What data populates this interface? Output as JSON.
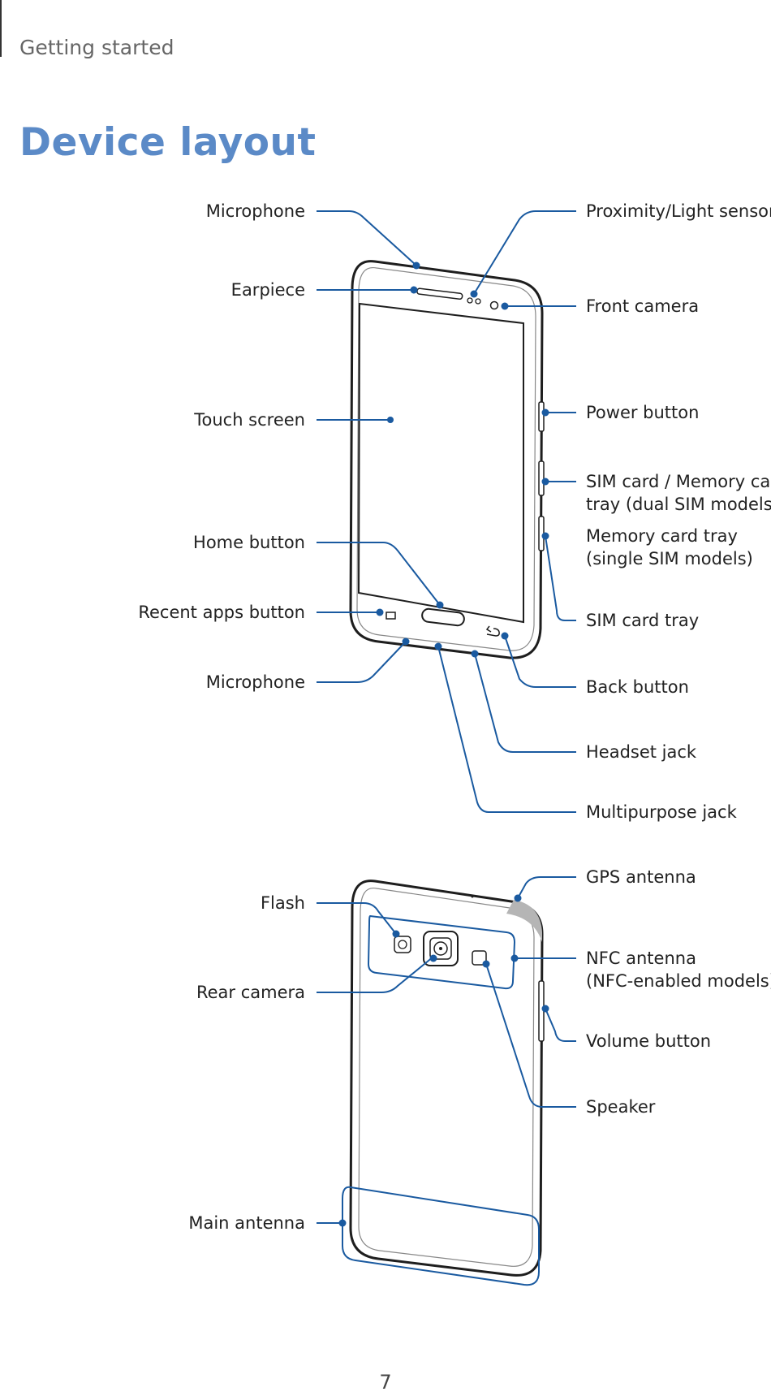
{
  "header": {
    "breadcrumb": "Getting started"
  },
  "title": "Device layout",
  "colors": {
    "accent": "#5b8ac7",
    "callout": "#1a5aa0",
    "outline": "#1e1e1e"
  },
  "front": {
    "labels_left": {
      "microphone_top": "Microphone",
      "earpiece": "Earpiece",
      "touch_screen": "Touch screen",
      "home_button": "Home button",
      "recent_apps_button": "Recent apps button",
      "microphone_bottom": "Microphone"
    },
    "labels_right": {
      "proximity_sensor": "Proximity/Light sensor",
      "front_camera": "Front camera",
      "power_button": "Power button",
      "sim_memory_tray_1": "SIM card / Memory card",
      "sim_memory_tray_2": "tray (dual SIM models)",
      "memory_tray_1": "Memory card tray",
      "memory_tray_2": "(single SIM models)",
      "sim_tray": "SIM card tray",
      "back_button": "Back button",
      "headset_jack": "Headset jack",
      "multipurpose_jack": "Multipurpose jack"
    }
  },
  "back": {
    "labels_left": {
      "flash": "Flash",
      "rear_camera": "Rear camera",
      "main_antenna": "Main antenna"
    },
    "labels_right": {
      "gps_antenna": "GPS antenna",
      "nfc_antenna_1": "NFC antenna",
      "nfc_antenna_2": "(NFC-enabled models)",
      "volume_button": "Volume button",
      "speaker": "Speaker"
    }
  },
  "footer": {
    "page_number": "7"
  }
}
